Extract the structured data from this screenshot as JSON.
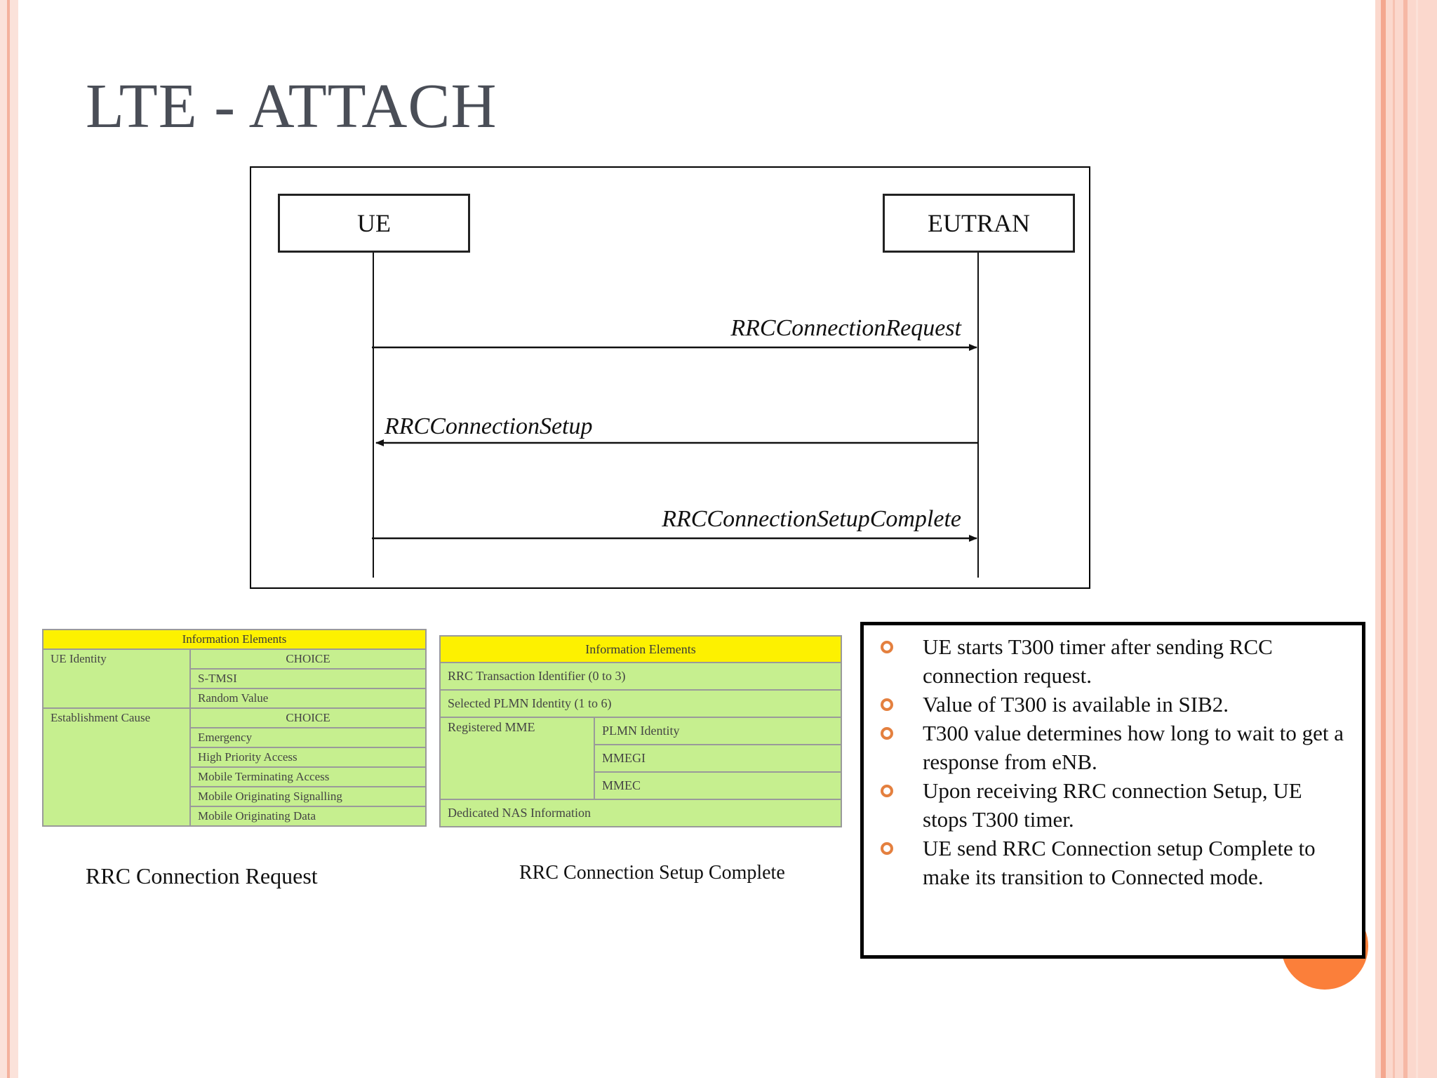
{
  "slide": {
    "title": "LTE - ATTACH"
  },
  "sequence": {
    "ue_label": "UE",
    "eutran_label": "EUTRAN",
    "messages": [
      {
        "label": "RRCConnectionRequest",
        "direction": "ue-to-eutran"
      },
      {
        "label": "RRCConnectionSetup",
        "direction": "eutran-to-ue"
      },
      {
        "label": "RRCConnectionSetupComplete",
        "direction": "ue-to-eutran"
      }
    ]
  },
  "request_table": {
    "header": "Information Elements",
    "ue_identity": "UE Identity",
    "choice1": "CHOICE",
    "s_tmsi": "S-TMSI",
    "random_value": "Random Value",
    "establishment_cause": "Establishment Cause",
    "choice2": "CHOICE",
    "causes": [
      "Emergency",
      "High Priority Access",
      "Mobile Terminating Access",
      "Mobile Originating Signalling",
      "Mobile Originating Data"
    ],
    "caption": "RRC Connection Request"
  },
  "complete_table": {
    "header": "Information Elements",
    "transaction_id": "RRC Transaction Identifier (0 to 3)",
    "plmn_selected": "Selected PLMN Identity (1 to 6)",
    "registered_mme": "Registered MME",
    "mme_fields": [
      "PLMN Identity",
      "MMEGI",
      "MMEC"
    ],
    "dedicated_nas": "Dedicated NAS Information",
    "caption": "RRC Connection Setup Complete"
  },
  "notes": [
    "UE starts T300 timer after sending RCC connection request.",
    "Value of T300 is available in SIB2.",
    "T300 value determines how long to wait to get a response from eNB.",
    "Upon receiving RRC connection Setup, UE stops T300 timer.",
    "UE send RRC Connection setup Complete to make its transition to Connected mode."
  ],
  "colors": {
    "bullet": "#e4803f",
    "table_header": "#fdf100",
    "table_body": "#c6ef8f",
    "accent_circle": "#fb7f3a"
  }
}
